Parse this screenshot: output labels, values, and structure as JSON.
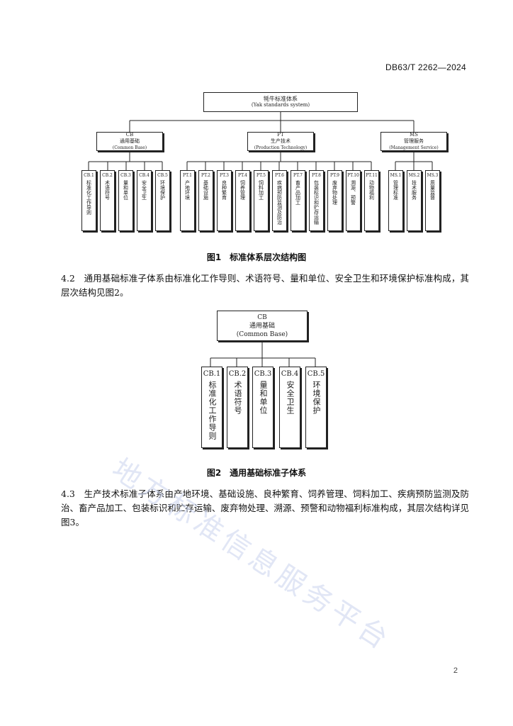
{
  "header": {
    "standard_code": "DB63/T 2262—2024"
  },
  "fig1": {
    "root": {
      "cn": "牦牛标准体系",
      "en": "(Yak standards system)"
    },
    "groups": [
      {
        "code": "CB",
        "cn": "通用基础",
        "en": "(Common Base)"
      },
      {
        "code": "PT",
        "cn": "生产技术",
        "en": "(Production Technology)"
      },
      {
        "code": "MS",
        "cn": "管理服务",
        "en": "(Management Service)"
      }
    ],
    "leaves": [
      {
        "code": "CB.1",
        "text": "标准化工作导则"
      },
      {
        "code": "CB.2",
        "text": "术语符号"
      },
      {
        "code": "CB.3",
        "text": "量和单位"
      },
      {
        "code": "CB.4",
        "text": "安全卫生"
      },
      {
        "code": "CB.5",
        "text": "环境保护"
      },
      {
        "code": "PT.1",
        "text": "产地环境"
      },
      {
        "code": "PT.2",
        "text": "基础设施"
      },
      {
        "code": "PT.3",
        "text": "良种繁育"
      },
      {
        "code": "PT.4",
        "text": "饲养管理"
      },
      {
        "code": "PT.5",
        "text": "饲料加工"
      },
      {
        "code": "PT.6",
        "text": "疾病预防监测及防治"
      },
      {
        "code": "PT.7",
        "text": "畜产品加工"
      },
      {
        "code": "PT.8",
        "text": "包装标识和贮存运输"
      },
      {
        "code": "PT.9",
        "text": "废弃物处理"
      },
      {
        "code": "PT.10",
        "text": "溯源、预警"
      },
      {
        "code": "PT.11",
        "text": "动物福利"
      },
      {
        "code": "MS.1",
        "text": "管理标准"
      },
      {
        "code": "MS.2",
        "text": "技术服务"
      },
      {
        "code": "MS.3",
        "text": "质量监督"
      }
    ],
    "caption": "图1　标准体系层次结构图"
  },
  "para1": "4.2　通用基础标准子体系由标准化工作导则、术语符号、量和单位、安全卫生和环境保护标准构成，其层次结构见图2。",
  "fig2": {
    "root": {
      "code": "CB",
      "cn": "通用基础",
      "en": "(Common Base)"
    },
    "leaves": [
      {
        "code": "CB.1",
        "text": "标准化工作导则"
      },
      {
        "code": "CB.2",
        "text": "术语符号"
      },
      {
        "code": "CB.3",
        "text": "量和单位"
      },
      {
        "code": "CB.4",
        "text": "安全卫生"
      },
      {
        "code": "CB.5",
        "text": "环境保护"
      }
    ],
    "caption": "图2　通用基础标准子体系"
  },
  "para2": "4.3　生产技术标准子体系由产地环境、基础设施、良种繁育、饲养管理、饲料加工、疾病预防监测及防治、畜产品加工、包装标识和贮存运输、废弃物处理、溯源、预警和动物福利标准构成，其层次结构详见图3。",
  "watermark": "地方标准信息服务平台",
  "footer": {
    "page_number": "2"
  }
}
